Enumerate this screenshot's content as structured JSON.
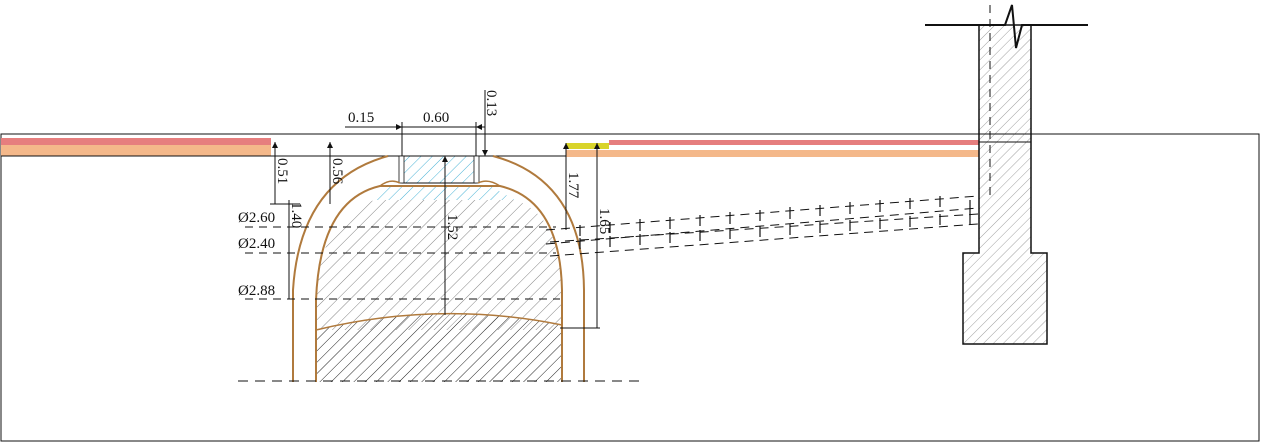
{
  "dimensions": {
    "d015": "0.15",
    "d060": "0.60",
    "d013": "0.13",
    "d051": "0.51",
    "d056": "0.56",
    "d140": "1.40",
    "d152": "1.52",
    "d177": "1.77",
    "d165": "1.65",
    "dia260": "Ø2.60",
    "dia240": "Ø2.40",
    "dia288": "Ø2.88"
  },
  "colors": {
    "pavement_top": "#e67e7e",
    "pavement_bottom": "#f4b88a",
    "shell": "#b07a3d",
    "hatch_blue": "#4ab3d6",
    "cap_yellow": "#d9d42a",
    "line": "#111111"
  }
}
